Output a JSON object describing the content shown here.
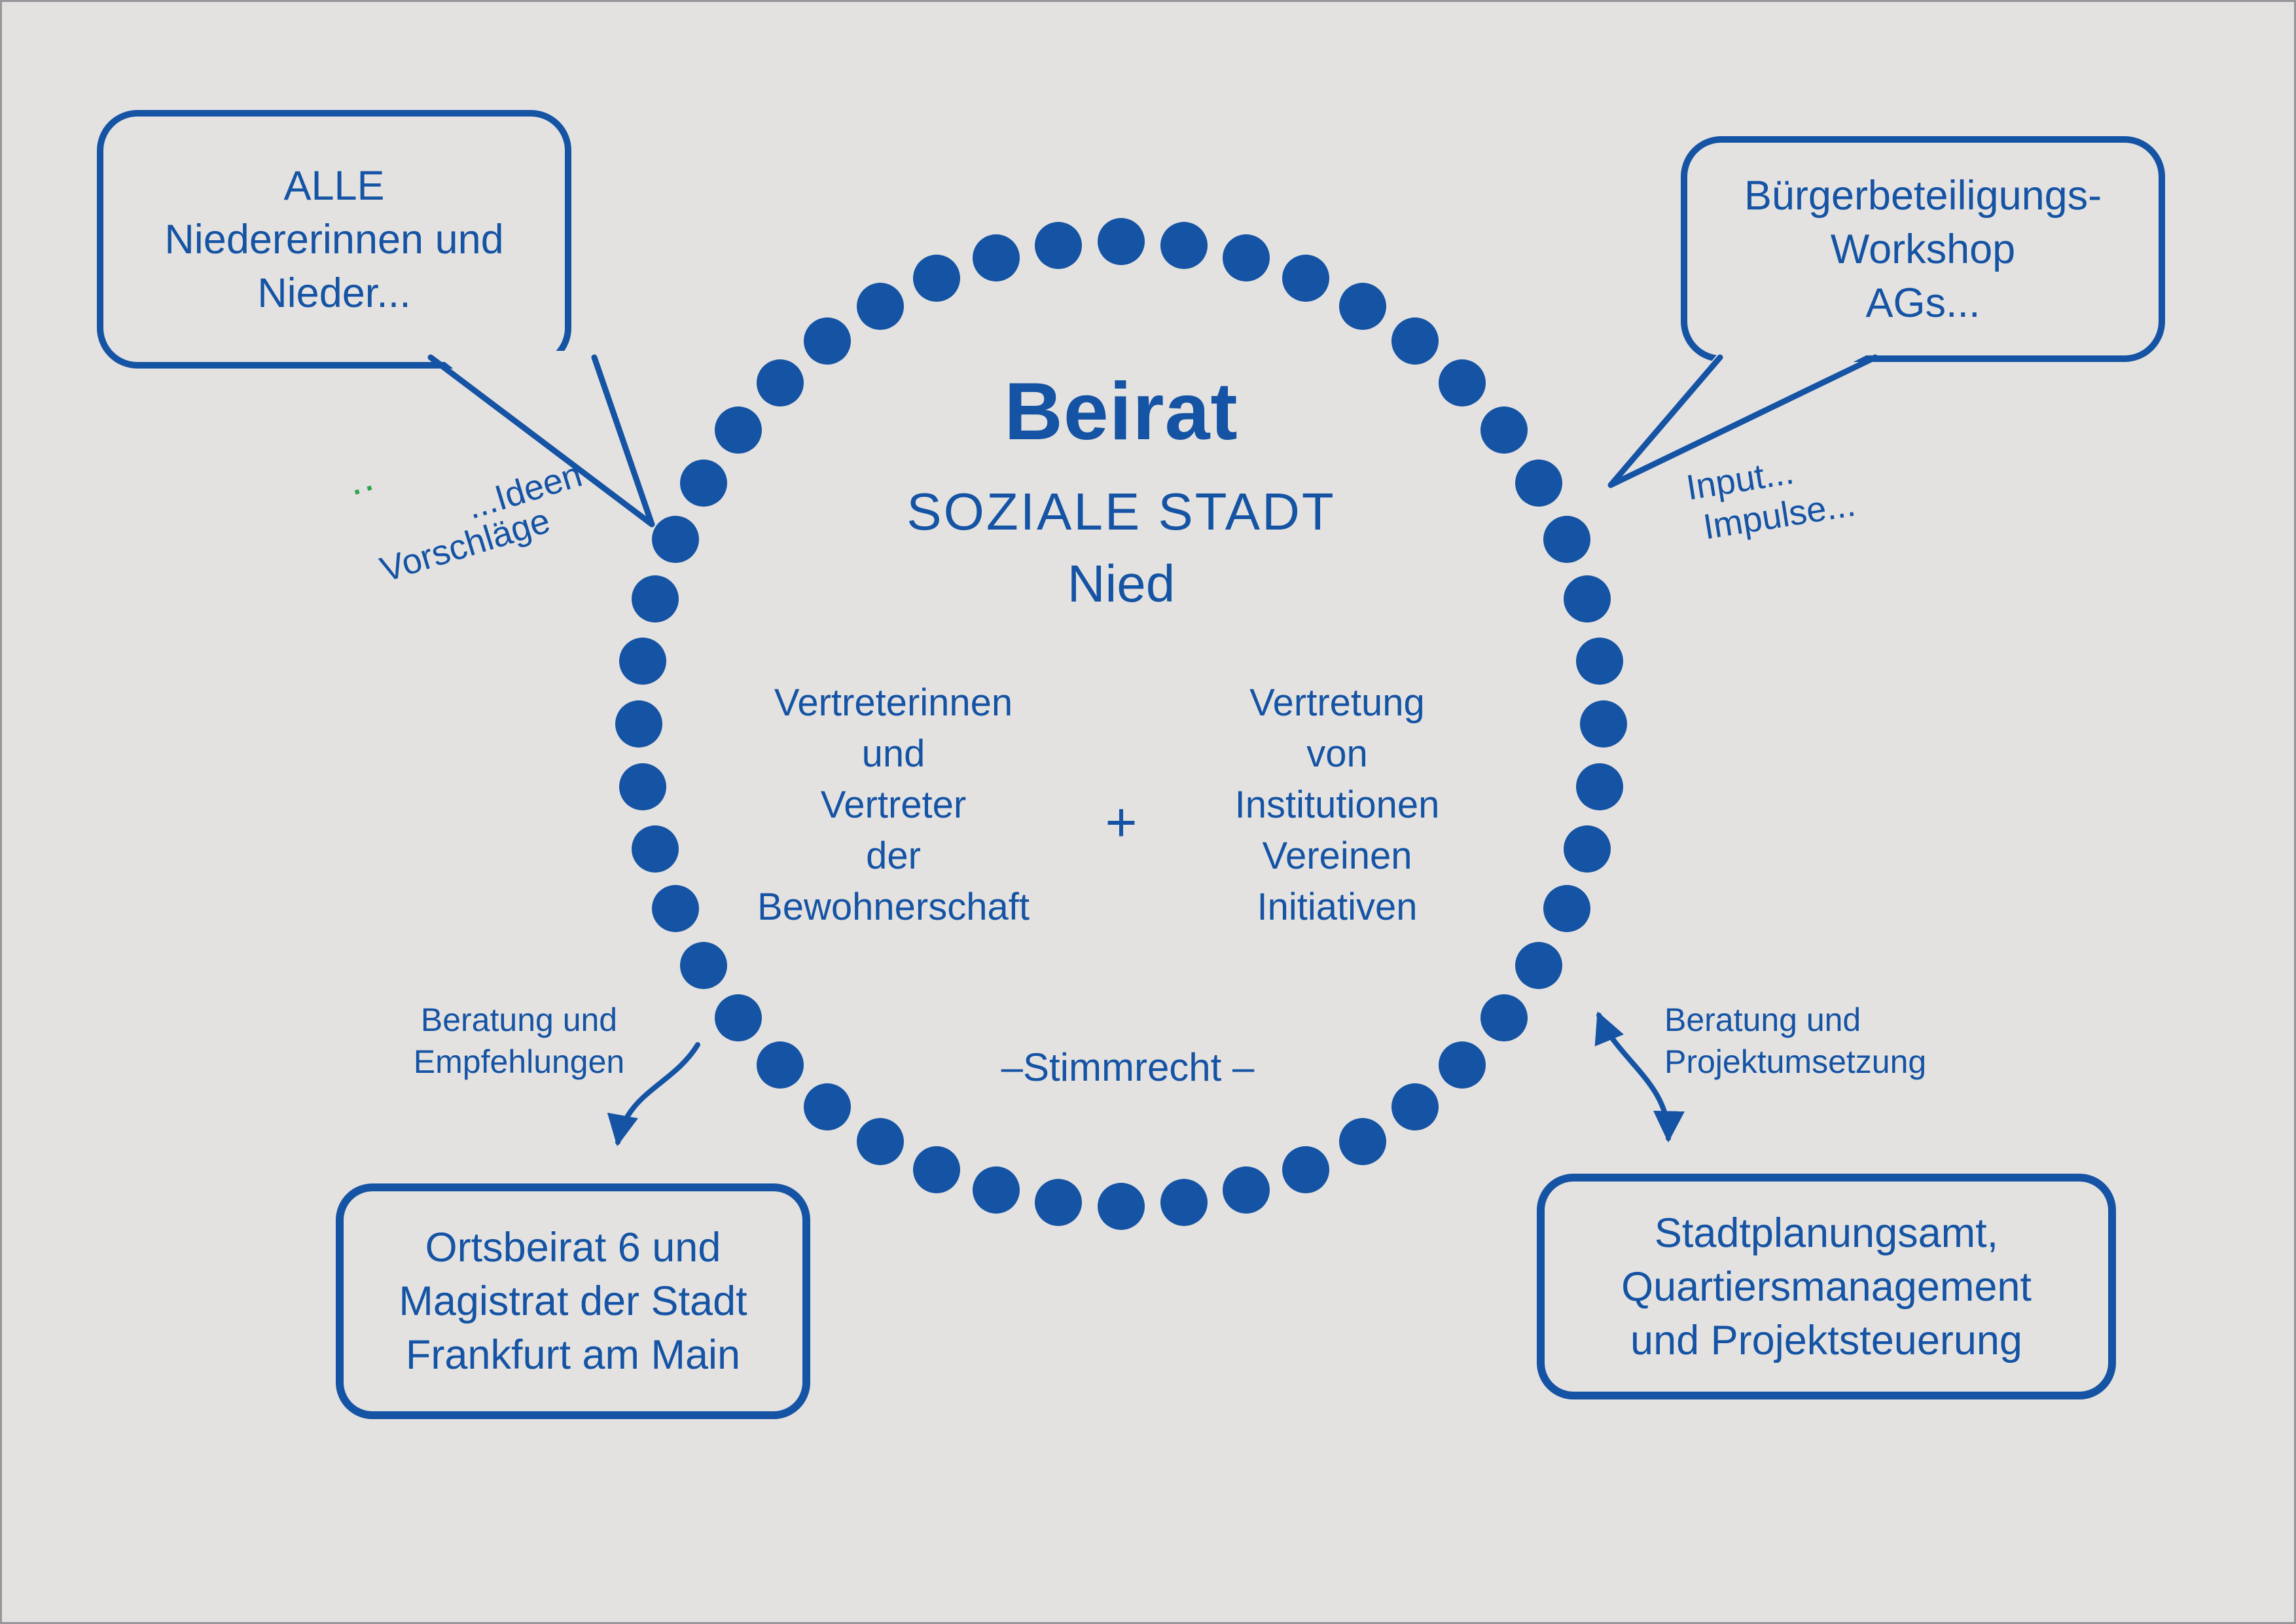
{
  "colors": {
    "blue": "#1553a4",
    "background": "#e3e2e0",
    "green": "#2da44e"
  },
  "center": {
    "title": "Beirat",
    "subtitle": "SOZIALE STADT",
    "subtitle2": "Nied",
    "left_column": [
      "Vertreterinnen",
      "und",
      "Vertreter",
      "der",
      "Bewohnerschaft"
    ],
    "plus": "+",
    "right_column": [
      "Vertretung",
      "von",
      "Institutionen",
      "Vereinen",
      "Initiativen"
    ],
    "bottom_note": "–Stimmrecht  –"
  },
  "bubbles": {
    "top_left": {
      "lines": [
        "ALLE",
        "Niedererinnen und",
        "Nieder..."
      ]
    },
    "top_right": {
      "lines": [
        "Bürgerbeteiligungs-",
        "Workshop",
        "AGs..."
      ]
    }
  },
  "labels": {
    "leader_dots": "··",
    "ideen": "...Ideen",
    "vorschlaege": "Vorschläge",
    "input": "Input...",
    "impulse": "Impulse...",
    "beratung_empfehlungen": [
      "Beratung und",
      "Empfehlungen"
    ],
    "beratung_projektumsetzung": [
      "Beratung und",
      "Projektumsetzung"
    ]
  },
  "boxes": {
    "bottom_left": {
      "lines": [
        "Ortsbeirat 6 und",
        "Magistrat der Stadt",
        "Frankfurt am Main"
      ]
    },
    "bottom_right": {
      "lines": [
        "Stadtplanungsamt,",
        "Quartiersmanagement",
        "und Projektsteuerung"
      ]
    }
  }
}
